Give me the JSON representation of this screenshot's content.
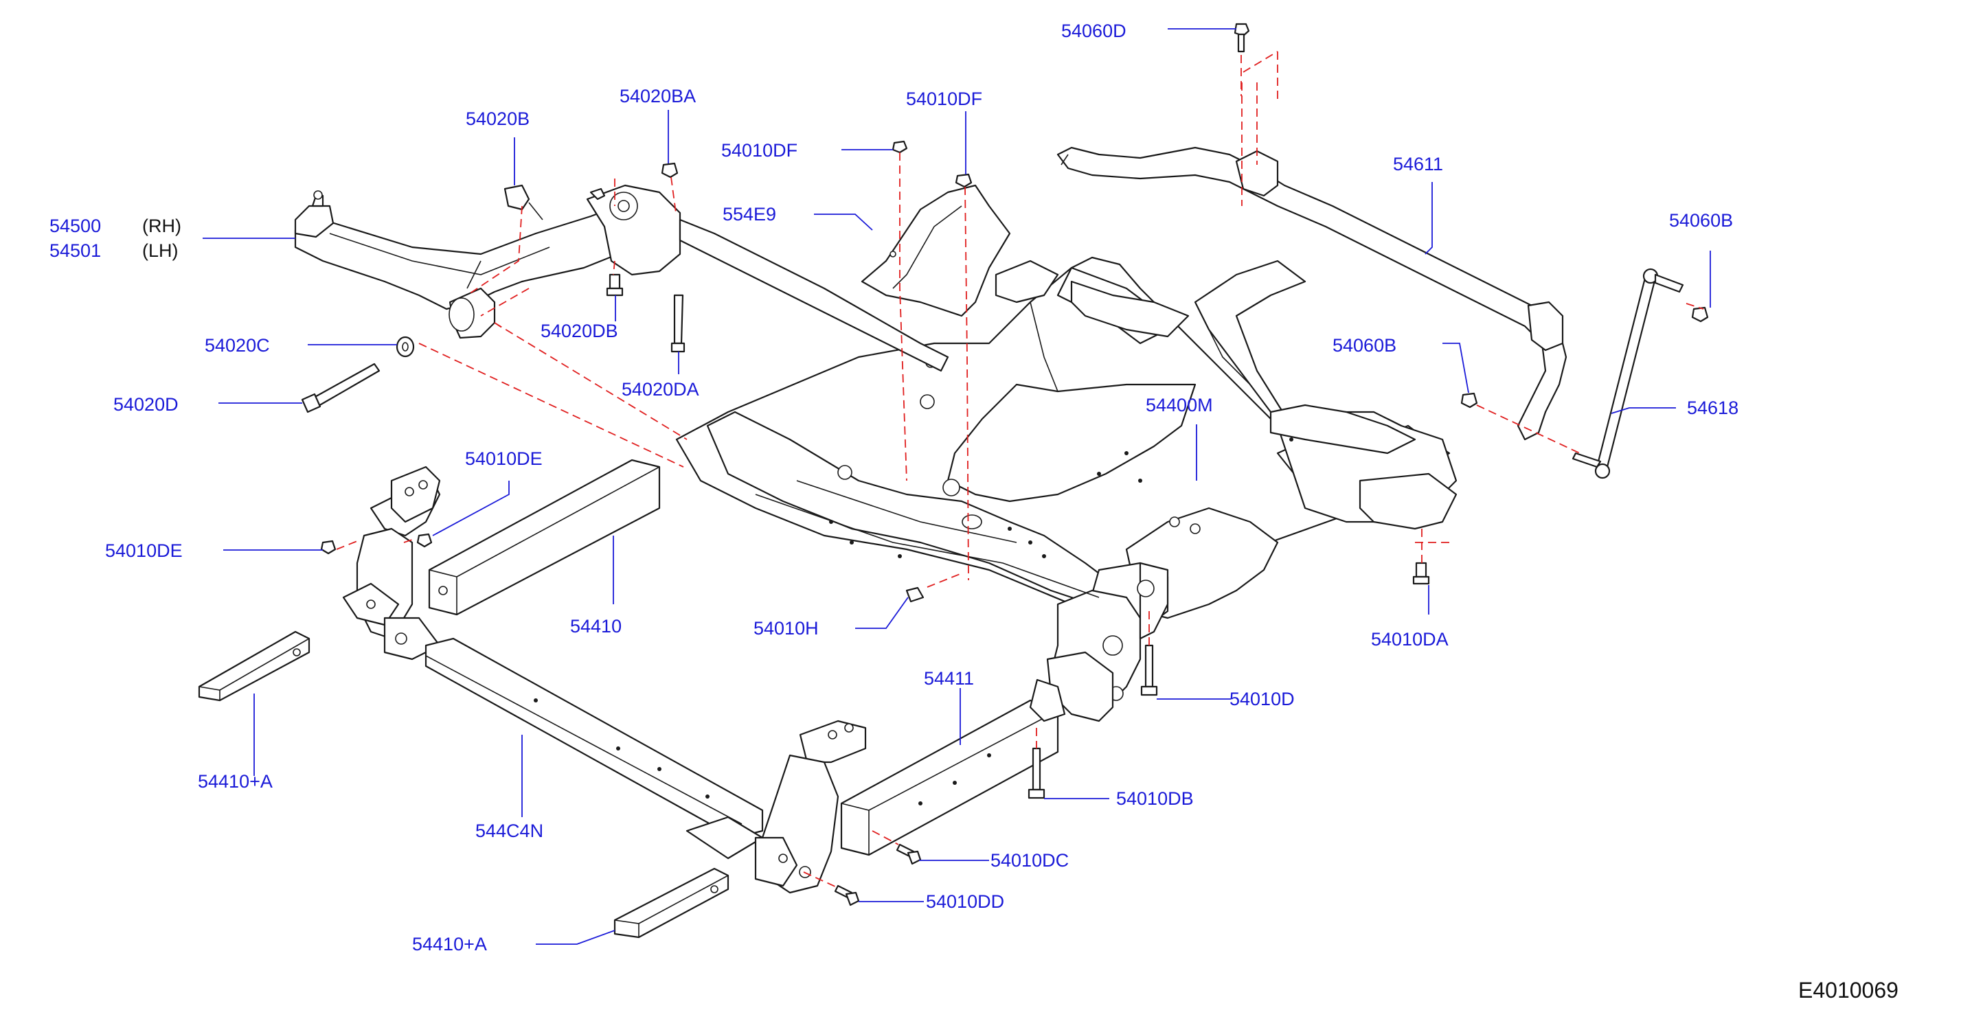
{
  "diagram": {
    "labels": {
      "l_54060D": "54060D",
      "l_54020BA": "54020BA",
      "l_54010DF_a": "54010DF",
      "l_54020B": "54020B",
      "l_54010DF_b": "54010DF",
      "l_54611": "54611",
      "l_554E9": "554E9",
      "l_54500": "54500",
      "l_54501": "54501",
      "l_54060B_a": "54060B",
      "l_54020DB": "54020DB",
      "l_54020C": "54020C",
      "l_54060B_b": "54060B",
      "l_54020DA": "54020DA",
      "l_54020D": "54020D",
      "l_54618": "54618",
      "l_54400M": "54400M",
      "l_54010DE_a": "54010DE",
      "l_54010DE_b": "54010DE",
      "l_54410": "54410",
      "l_54010H": "54010H",
      "l_54010DA": "54010DA",
      "l_54411": "54411",
      "l_54010D": "54010D",
      "l_54410A_a": "54410+A",
      "l_54010DB": "54010DB",
      "l_544C4N": "544C4N",
      "l_54010DC": "54010DC",
      "l_54010DD": "54010DD",
      "l_54410A_b": "54410+A"
    },
    "sides": {
      "rh": "(RH)",
      "lh": "(LH)"
    },
    "drawing_id": "E4010069"
  }
}
